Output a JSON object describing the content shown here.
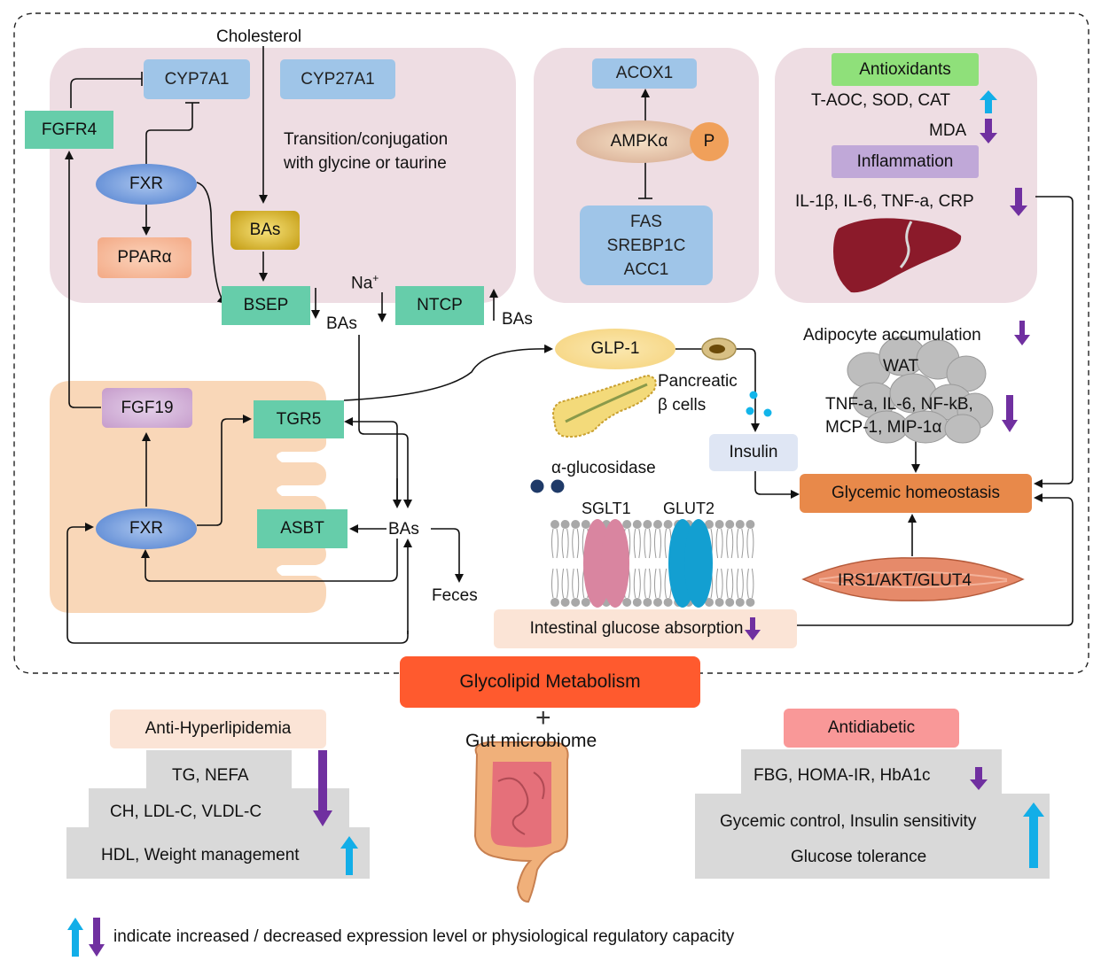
{
  "liver_panel": {
    "cholesterol": "Cholesterol",
    "cyp7a1": "CYP7A1",
    "cyp27a1": "CYP27A1",
    "fgfr4": "FGFR4",
    "fxr": "FXR",
    "ppara": "PPARα",
    "bas": "BAs",
    "transition_line1": "Transition/conjugation",
    "transition_line2": "with glycine or taurine",
    "bsep": "BSEP",
    "ntcp": "NTCP",
    "na": "Na",
    "na_sup": "+",
    "bas_left": "BAs",
    "bas_right": "BAs"
  },
  "ampk_panel": {
    "acox1": "ACOX1",
    "ampk": "AMPKα",
    "p": "P",
    "fas": "FAS",
    "srebp1c": "SREBP1C",
    "acc1": "ACC1"
  },
  "antiox_panel": {
    "antioxidants": "Antioxidants",
    "antiox_markers": "T-AOC, SOD, CAT",
    "mda": "MDA",
    "inflammation": "Inflammation",
    "inflam_markers": "IL-1β, IL-6, TNF-a, CRP"
  },
  "intestine_panel": {
    "fgf19": "FGF19",
    "tgr5": "TGR5",
    "fxr": "FXR",
    "asbt": "ASBT",
    "bas": "BAs",
    "feces": "Feces"
  },
  "pancreas": {
    "glp1": "GLP-1",
    "pancreatic_line1": "Pancreatic",
    "pancreatic_line2": "β cells",
    "insulin": "Insulin"
  },
  "intestinal_absorption": {
    "alpha_glucosidase": "α-glucosidase",
    "sglt1": "SGLT1",
    "glut2": "GLUT2",
    "absorption": "Intestinal glucose absorption"
  },
  "adipose": {
    "adipocyte": "Adipocyte accumulation",
    "wat": "WAT",
    "cytokines_line1": "TNF-a, IL-6, NF-kB,",
    "cytokines_line2": "MCP-1, MIP-1α",
    "glycemic": "Glycemic homeostasis",
    "muscle": "IRS1/AKT/GLUT4"
  },
  "center": {
    "glycolipid": "Glycolipid Metabolism",
    "plus": "+",
    "gut": "Gut microbiome"
  },
  "anti_hyperlipidemia": {
    "title": "Anti-Hyperlipidemia",
    "tier1": "TG, NEFA",
    "tier2": "CH, LDL-C, VLDL-C",
    "tier3": "HDL, Weight management"
  },
  "antidiabetic": {
    "title": "Antidiabetic",
    "tier1": "FBG, HOMA-IR, HbA1c",
    "tier2": "Gycemic control, Insulin sensitivity",
    "tier3": "Glucose tolerance"
  },
  "legend": {
    "text": "indicate increased / decreased expression level or physiological regulatory capacity"
  },
  "colors": {
    "increase": "#12aee8",
    "decrease": "#7030a0",
    "liver_bg": "#eedde3",
    "intestine_bg": "#f9d7b8",
    "green_box": "#66cdaa",
    "blue_box": "#9fc5e8",
    "glycolipid": "#ff5a2e",
    "glycemic": "#e8894a"
  }
}
